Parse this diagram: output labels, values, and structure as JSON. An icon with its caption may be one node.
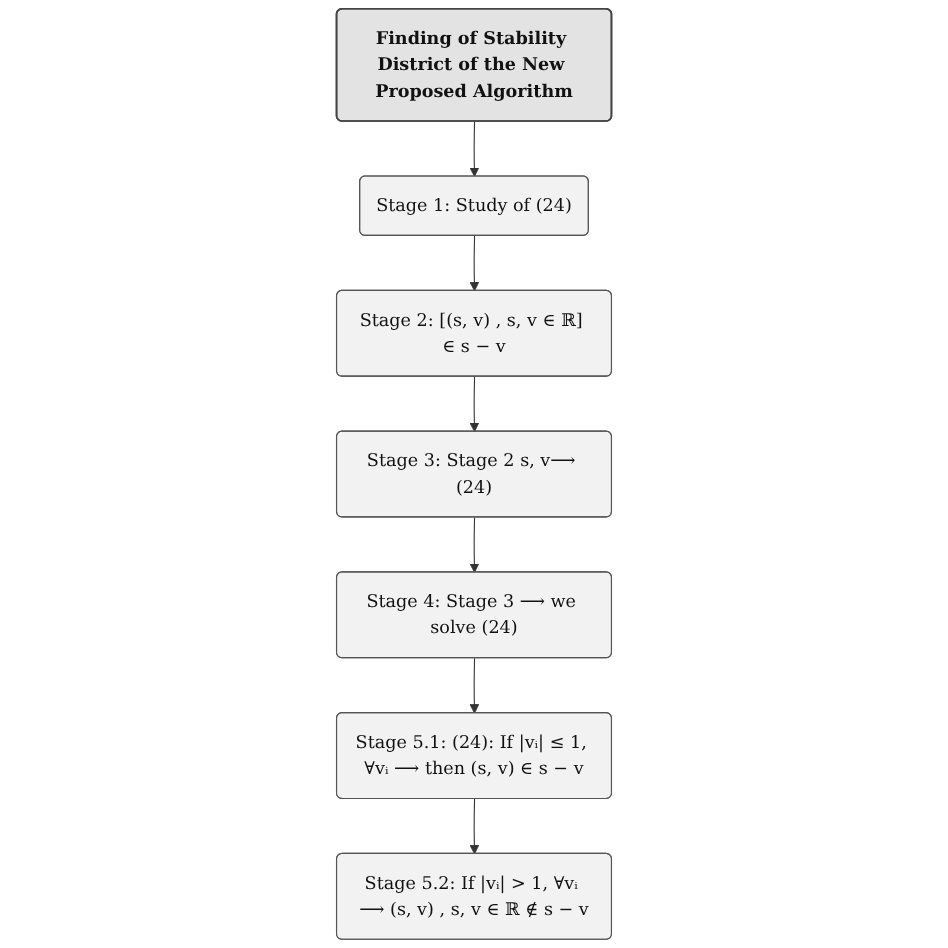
{
  "diagram": {
    "nodes": [
      {
        "text": [
          "Finding of Stability District of the New Proposed Algorithm"
        ]
      },
      {
        "text": [
          "Stage 1: Study of (24)"
        ]
      },
      {
        "text": [
          "Stage 2: [(s, v) , s, v ∈ ℝ] ∈ s − v"
        ]
      },
      {
        "text": [
          "Stage 3: Stage 2 s, v⟶ (24)"
        ]
      },
      {
        "text": [
          "Stage 4: Stage 3 ⟶ we solve (24)"
        ]
      },
      {
        "text": [
          "Stage 5.1: (24): If |vᵢ| ≤ 1, ∀vᵢ ⟶ then (s, v) ∈ s − v"
        ]
      },
      {
        "text": [
          "Stage 5.2: If |vᵢ| > 1, ∀vᵢ ⟶ (s, v) , s, v ∈ ℝ ∉ s − v"
        ]
      }
    ],
    "edges": [
      {
        "from": 0,
        "to": 1,
        "arrow": "to"
      },
      {
        "from": 1,
        "to": 2,
        "arrow": "to"
      },
      {
        "from": 2,
        "to": 3,
        "arrow": "to"
      },
      {
        "from": 3,
        "to": 4,
        "arrow": "to"
      },
      {
        "from": 4,
        "to": 5,
        "arrow": "to"
      },
      {
        "from": 5,
        "to": 6,
        "arrow": "to"
      }
    ]
  }
}
